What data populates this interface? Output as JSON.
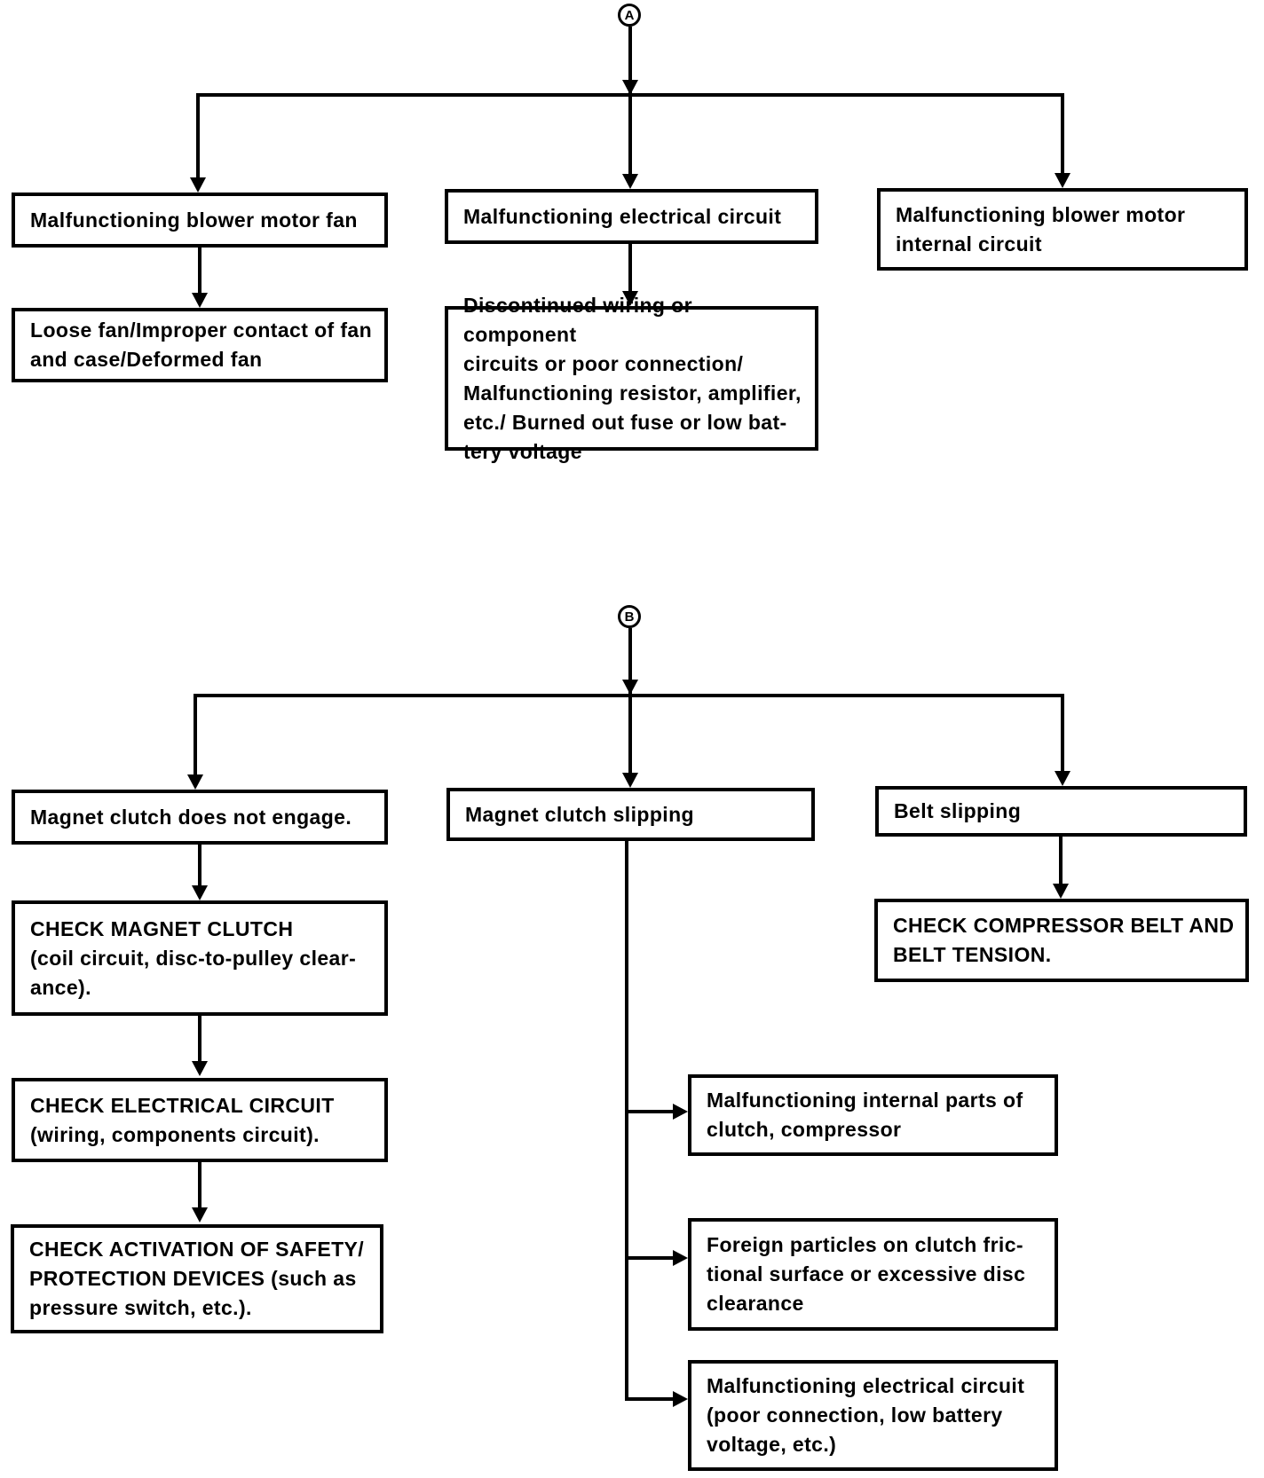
{
  "page": {
    "background": "#ffffff",
    "ink": "#000000"
  },
  "diagram": {
    "section_a": {
      "marker": "A",
      "boxes": {
        "blower_motor_fan": "Malfunctioning blower motor fan",
        "loose_fan": "Loose fan/Improper contact of fan\nand case/Deformed fan",
        "electrical_circuit": "Malfunctioning electrical circuit",
        "discontinued_wiring": "Discontinued wiring or component\ncircuits or poor connection/\nMalfunctioning resistor, amplifier,\netc./ Burned out fuse or low bat-\ntery voltage",
        "blower_internal": "Malfunctioning blower motor\ninternal circuit"
      }
    },
    "section_b": {
      "marker": "B",
      "boxes": {
        "clutch_not_engage": "Magnet clutch does not engage.",
        "check_magnet_clutch": "CHECK MAGNET CLUTCH\n(coil circuit, disc-to-pulley clear-\nance).",
        "check_electrical": "CHECK ELECTRICAL CIRCUIT\n(wiring, components circuit).",
        "check_safety": "CHECK ACTIVATION OF SAFETY/\nPROTECTION DEVICES (such as\npressure switch, etc.).",
        "clutch_slipping": "Magnet clutch slipping",
        "internal_parts": "Malfunctioning internal parts of\nclutch, compressor",
        "foreign_particles": "Foreign particles on clutch fric-\ntional surface or excessive disc\nclearance",
        "electrical_poor_connection": "Malfunctioning electrical circuit\n(poor connection, low battery\nvoltage, etc.)",
        "belt_slipping": "Belt slipping",
        "check_belt": "CHECK COMPRESSOR BELT AND\nBELT TENSION."
      }
    }
  }
}
